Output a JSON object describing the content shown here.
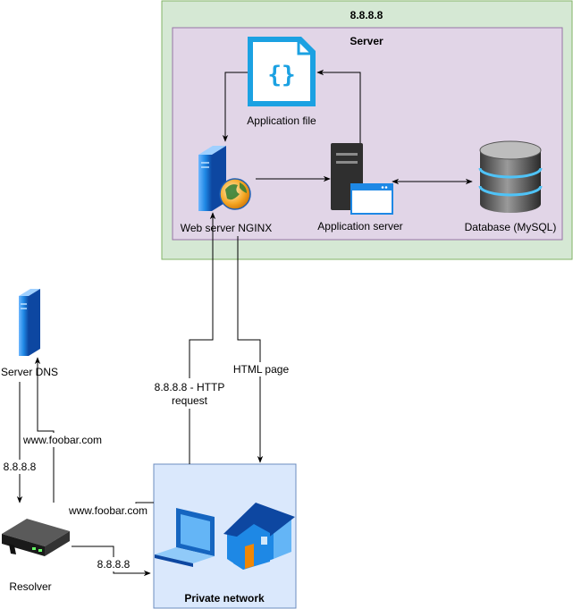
{
  "outer_box": {
    "title": "8.8.8.8",
    "fill": "#d5e8d4",
    "stroke": "#82b366"
  },
  "server_box": {
    "title": "Server",
    "fill": "#e1d5e7",
    "stroke": "#9673a6"
  },
  "private_box": {
    "title": "Private network",
    "fill": "#dae8fc",
    "stroke": "#6c8ebf"
  },
  "nodes": {
    "application_file": {
      "label": "Application file",
      "icon": "json-file-icon"
    },
    "web_server": {
      "label": "Web server NGINX",
      "icon": "web-server-globe-icon"
    },
    "app_server": {
      "label": "Application server",
      "icon": "application-server-icon"
    },
    "database": {
      "label": "Database (MySQL)",
      "icon": "database-icon"
    },
    "server_dns": {
      "label": "Server DNS",
      "icon": "dns-server-icon"
    },
    "resolver": {
      "label": "Resolver",
      "icon": "router-icon"
    },
    "laptop": {
      "icon": "laptop-icon"
    },
    "home": {
      "icon": "house-icon"
    }
  },
  "edges": {
    "http_request": {
      "label_line1": "8.8.8.8 - HTTP",
      "label_line2": "request"
    },
    "html_page": {
      "label": "HTML page"
    },
    "resolver_to_dns": {
      "label": "www.foobar.com"
    },
    "dns_to_resolver": {
      "label": "8.8.8.8"
    },
    "private_to_resolver": {
      "label": "www.foobar.com"
    },
    "resolver_to_private": {
      "label": "8.8.8.8"
    }
  },
  "colors": {
    "server_blue": "#1e88e5",
    "file_cyan": "#1ba1e2",
    "server_dark": "#2f2f2f",
    "house_orange": "#f08705",
    "globe": "#f5a623"
  }
}
